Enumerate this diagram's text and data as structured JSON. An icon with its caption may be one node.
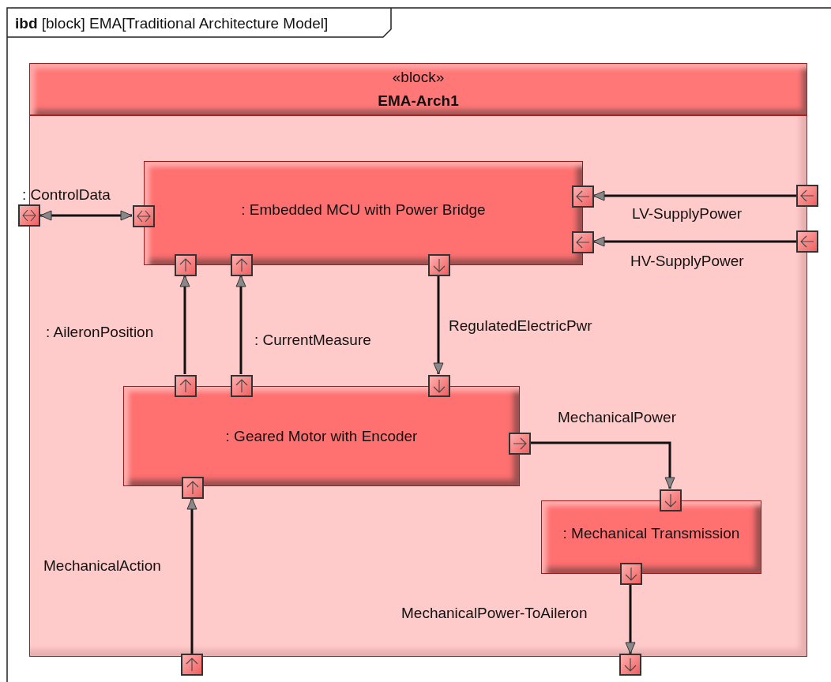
{
  "diagram": {
    "title": "**ibd** [block] EMA[Traditional Architecture Model]",
    "nodes": [
      {
        "text": [
          "«block»",
          "EMA-Arch1"
        ]
      },
      {
        "text": [
          ": Embedded MCU with Power Bridge"
        ],
        "in": 0
      },
      {
        "text": [
          ": Geared Motor with Encoder"
        ],
        "in": 0
      },
      {
        "text": [
          ": Mechanical Transmission"
        ],
        "in": 0
      },
      {
        "text": [],
        "shape": "box"
      },
      {
        "text": [],
        "shape": "box",
        "in": 0
      },
      {
        "text": [],
        "shape": "box",
        "in": 0
      },
      {
        "text": [],
        "shape": "box"
      },
      {
        "text": [],
        "shape": "box",
        "in": 0
      },
      {
        "text": [],
        "shape": "box"
      },
      {
        "text": [],
        "shape": "box",
        "in": 0
      },
      {
        "text": [],
        "shape": "box",
        "in": 0
      },
      {
        "text": [],
        "shape": "box",
        "in": 0
      },
      {
        "text": [],
        "shape": "box",
        "in": 0
      },
      {
        "text": [],
        "shape": "box",
        "in": 0
      },
      {
        "text": [],
        "shape": "box",
        "in": 0
      },
      {
        "text": [],
        "shape": "box",
        "in": 0
      },
      {
        "text": [],
        "shape": "box",
        "in": 0
      },
      {
        "text": [],
        "shape": "box",
        "in": 0
      },
      {
        "text": [],
        "shape": "box",
        "in": 0
      },
      {
        "text": [],
        "shape": "box"
      },
      {
        "text": [],
        "shape": "box"
      }
    ],
    "edges": [
      {
        "from": 7,
        "to": 6,
        "arrow": "to",
        "label": "LV-SupplyPower"
      },
      {
        "from": 9,
        "to": 8,
        "arrow": "to",
        "label": "HV-SupplyPower"
      },
      {
        "from": 4,
        "to": 5,
        "arrow": "both",
        "label": ": ControlData"
      },
      {
        "from": 13,
        "to": 10,
        "arrow": "to",
        "label": ": AileronPosition"
      },
      {
        "from": 14,
        "to": 11,
        "arrow": "to",
        "label": ": CurrentMeasure"
      },
      {
        "from": 12,
        "to": 15,
        "arrow": "to",
        "label": "RegulatedElectricPwr"
      },
      {
        "from": 16,
        "to": 18,
        "arrow": "to",
        "label": "MechanicalPower"
      },
      {
        "from": 20,
        "to": 17,
        "arrow": "to",
        "label": "MechanicalAction"
      },
      {
        "from": 19,
        "to": 21,
        "arrow": "to",
        "label": "MechanicalPower-ToAileron"
      }
    ]
  }
}
